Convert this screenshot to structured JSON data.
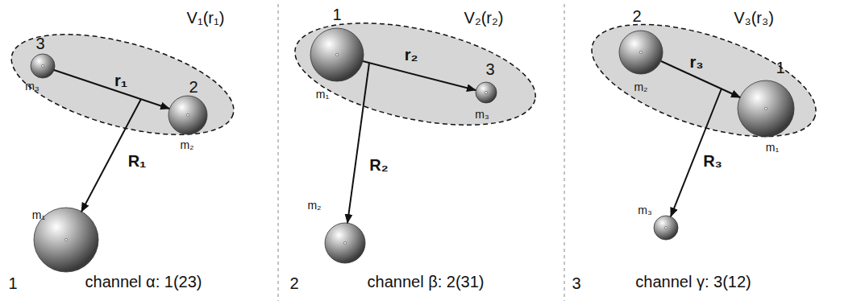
{
  "diagram": {
    "labels": [
      "V₁(r₁)",
      "3",
      "2",
      "r₁",
      "m₃",
      "m₂",
      "R₁",
      "m₁",
      "1",
      "channel α: 1(23)",
      "V₂(r₂)",
      "1",
      "3",
      "r₂",
      "m₁",
      "m₃",
      "R₂",
      "m₂",
      "2",
      "channel β: 2(31)",
      "V₃(r₃)",
      "2",
      "1",
      "r₃",
      "m₂",
      "m₁",
      "R₃",
      "m₃",
      "3",
      "channel γ: 3(12)"
    ]
  }
}
